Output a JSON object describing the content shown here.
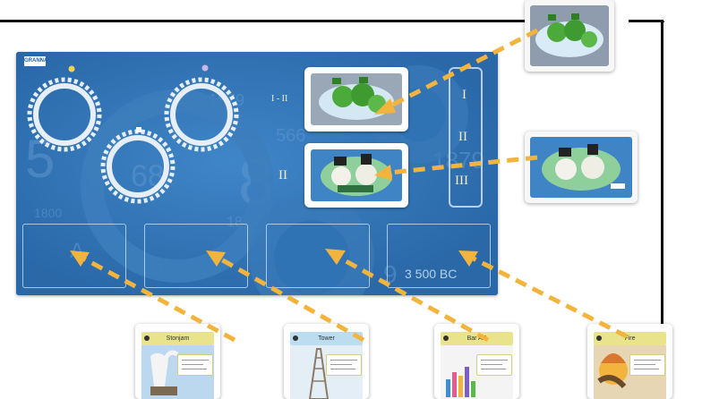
{
  "brand": "GRANNA",
  "board": {
    "era_labels": [
      "I - II",
      "II",
      "I",
      "II",
      "III"
    ],
    "slot_year_4": "3 500 BC"
  },
  "cards": [
    {
      "title": "Stonjam"
    },
    {
      "title": "Tower"
    },
    {
      "title": "Bar AP"
    },
    {
      "title": "Fire"
    }
  ],
  "colors": {
    "board": "#2f73b5",
    "arrow": "#f2b43c",
    "card_header": "#e9e48c",
    "frame_line": "#111111"
  },
  "icons": [
    "gear-icon",
    "arrow-icon"
  ]
}
